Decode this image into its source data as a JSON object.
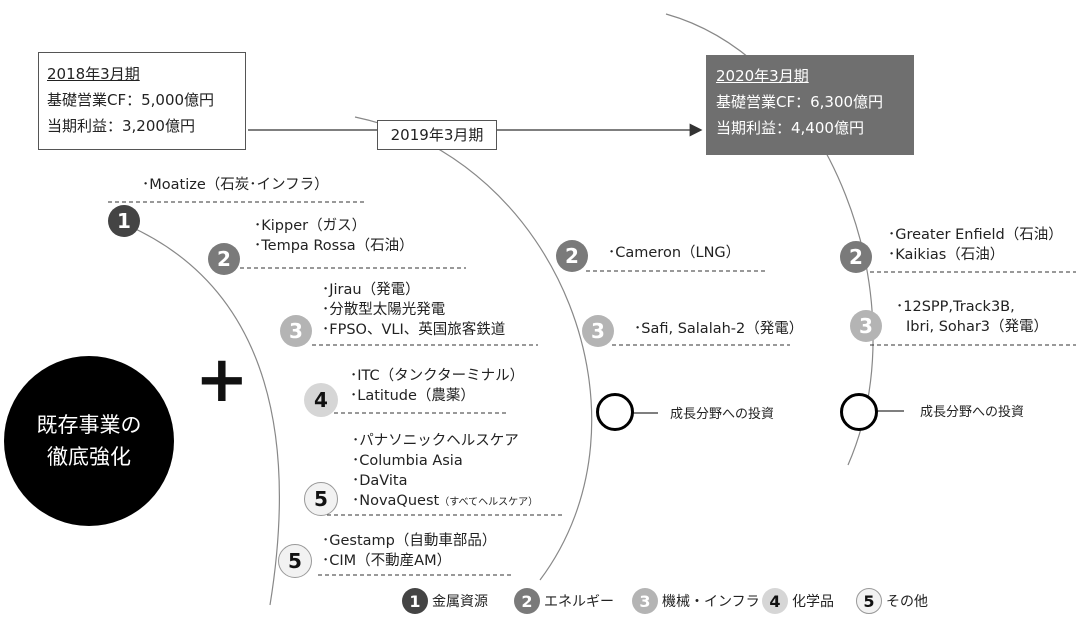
{
  "boxes": {
    "fy2018": {
      "title": "2018年3月期",
      "line1": "基礎営業CF：5,000億円",
      "line2": "当期利益：3,200億円"
    },
    "fy2019": {
      "title": "2019年3月期"
    },
    "fy2020": {
      "title": "2020年3月期",
      "line1": "基礎営業CF：6,300億円",
      "line2": "当期利益：4,400億円"
    }
  },
  "core": {
    "line1": "既存事業の",
    "line2": "徹底強化"
  },
  "plus": "+",
  "fy2018_items": {
    "i1": "･Moatize（石炭･インフラ）",
    "i2a": "･Kipper（ガス）",
    "i2b": "･Tempa Rossa（石油）",
    "i3a": "･Jirau（発電）",
    "i3b": "･分散型太陽光発電",
    "i3c": "･FPSO、VLI、英国旅客鉄道",
    "i4a": "･ITC（タンクターミナル）",
    "i4b": "･Latitude（農薬）",
    "i5a": "･パナソニックヘルスケア",
    "i5b": "･Columbia Asia",
    "i5c": "･DaVita",
    "i5d": "･NovaQuest",
    "i5d_note": "（すべてヘルスケア）",
    "i6a": "･Gestamp（自動車部品）",
    "i6b": "･CIM（不動産AM）"
  },
  "fy2019_items": {
    "i2": "･Cameron（LNG）",
    "i3": "･Safi, Salalah-2（発電）",
    "growth": "成長分野への投資"
  },
  "fy2020_items": {
    "i2a": "･Greater Enfield（石油）",
    "i2b": "･Kaikias（石油）",
    "i3a": "･12SPP,Track3B,",
    "i3b": "Ibri, Sohar3（発電）",
    "growth": "成長分野への投資"
  },
  "numbers": {
    "n1": "1",
    "n2": "2",
    "n3": "3",
    "n4": "4",
    "n5": "5"
  },
  "legend": [
    {
      "num": "1",
      "label": "金属資源"
    },
    {
      "num": "2",
      "label": "エネルギー"
    },
    {
      "num": "3",
      "label": "機械・インフラ"
    },
    {
      "num": "4",
      "label": "化学品"
    },
    {
      "num": "5",
      "label": "その他"
    }
  ],
  "colors": {
    "c1": "#444444",
    "c2": "#7a7a7a",
    "c3": "#b4b4b4",
    "c4": "#d6d6d6",
    "c5": "#f2f2f2",
    "fy2020_box": "#6f6f6f"
  }
}
